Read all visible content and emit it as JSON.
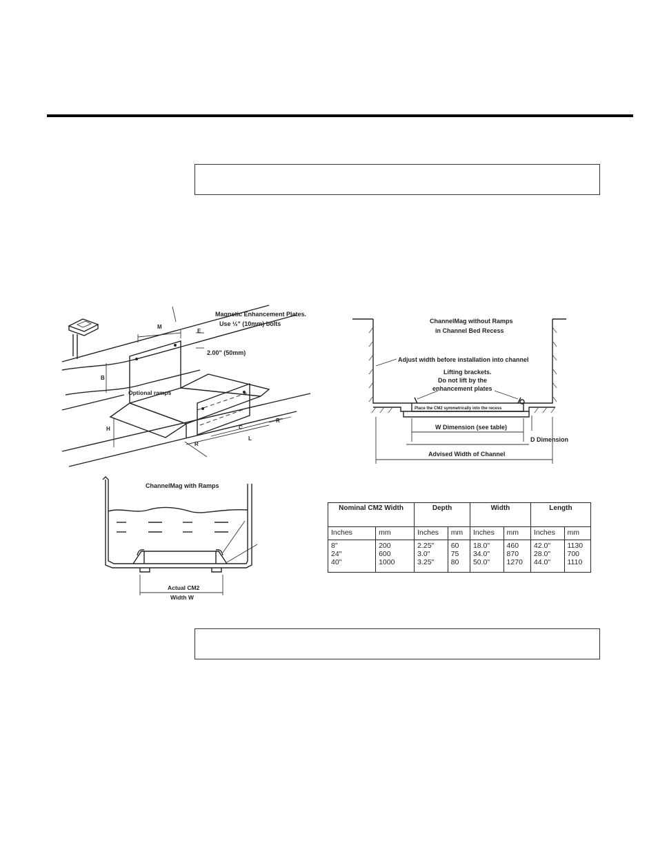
{
  "fig_top_left": {
    "plates_label_1": "Magnetic Enhancement Plates.",
    "plates_label_2": "Use ½\" (10mm) bolts",
    "dim_m": "M",
    "dim_e": "E",
    "dim_height": "2.00\" (50mm)",
    "dim_b": "B",
    "ramps_label": "Optional ramps",
    "dim_h": "H",
    "dim_r1": "R",
    "dim_r2": "R",
    "dim_c": "C",
    "dim_l": "L"
  },
  "fig_top_right": {
    "title_1": "ChannelMag without Ramps",
    "title_2": "in Channel Bed Recess",
    "adjust_label": "Adjust width before installation into channel",
    "lifting_1": "Lifting brackets.",
    "lifting_2": "Do not lift by the",
    "lifting_3": "enhancement plates",
    "place_label": "Place the CM2 symmetrically into the recess",
    "w_dim_label": "W Dimension (see table)",
    "d_dim_label": "D Dimension",
    "advised_label": "Advised Width of Channel"
  },
  "fig_bottom_left": {
    "title": "ChannelMag with Ramps",
    "width_label_1": "Actual CM2",
    "width_label_2": "Width W"
  },
  "dims_table": {
    "headers": [
      "Nominal CM2 Width",
      "Depth",
      "Width",
      "Length"
    ],
    "units": [
      "Inches",
      "mm",
      "Inches",
      "mm",
      "Inches",
      "mm",
      "Inches",
      "mm"
    ],
    "columns": [
      [
        "8\"",
        "24\"",
        "40\""
      ],
      [
        "200",
        "600",
        "1000"
      ],
      [
        "2.25\"",
        "3.0\"",
        "3.25\""
      ],
      [
        "60",
        "75",
        "80"
      ],
      [
        "18.0\"",
        "34.0\"",
        "50.0\""
      ],
      [
        "460",
        "870",
        "1270"
      ],
      [
        "42.0\"",
        "28.0\"",
        "44.0\""
      ],
      [
        "1130",
        "700",
        "1110"
      ]
    ]
  }
}
